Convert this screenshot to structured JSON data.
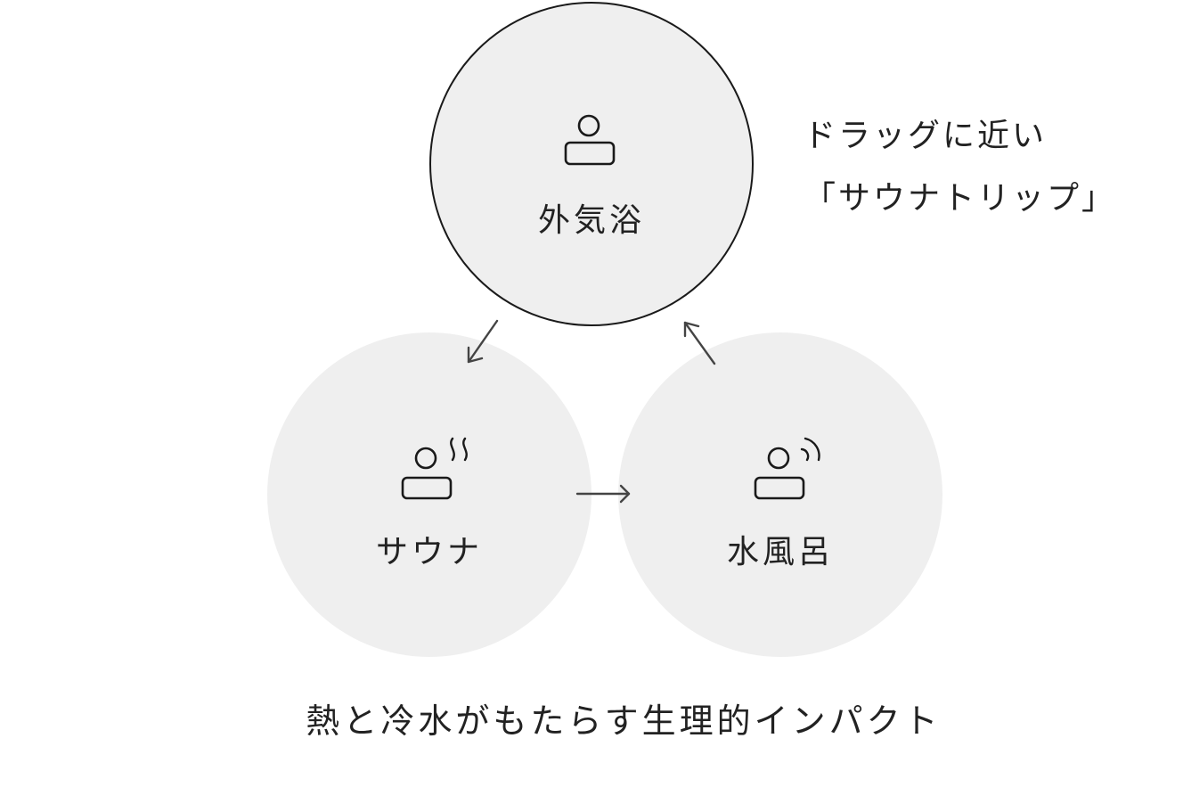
{
  "nodes": {
    "top": {
      "label": "外気浴",
      "icon": "person-lying-icon"
    },
    "left": {
      "label": "サウナ",
      "icon": "person-steam-icon"
    },
    "right": {
      "label": "水風呂",
      "icon": "person-water-icon"
    }
  },
  "side_note": {
    "line1": "ドラッグに近い",
    "line2": "「サウナトリップ」"
  },
  "caption": "熱と冷水がもたらす生理的インパクト",
  "colors": {
    "circle_fill": "#efefef",
    "outline": "#1a1a1a",
    "text": "#222222",
    "arrow": "#444444"
  }
}
